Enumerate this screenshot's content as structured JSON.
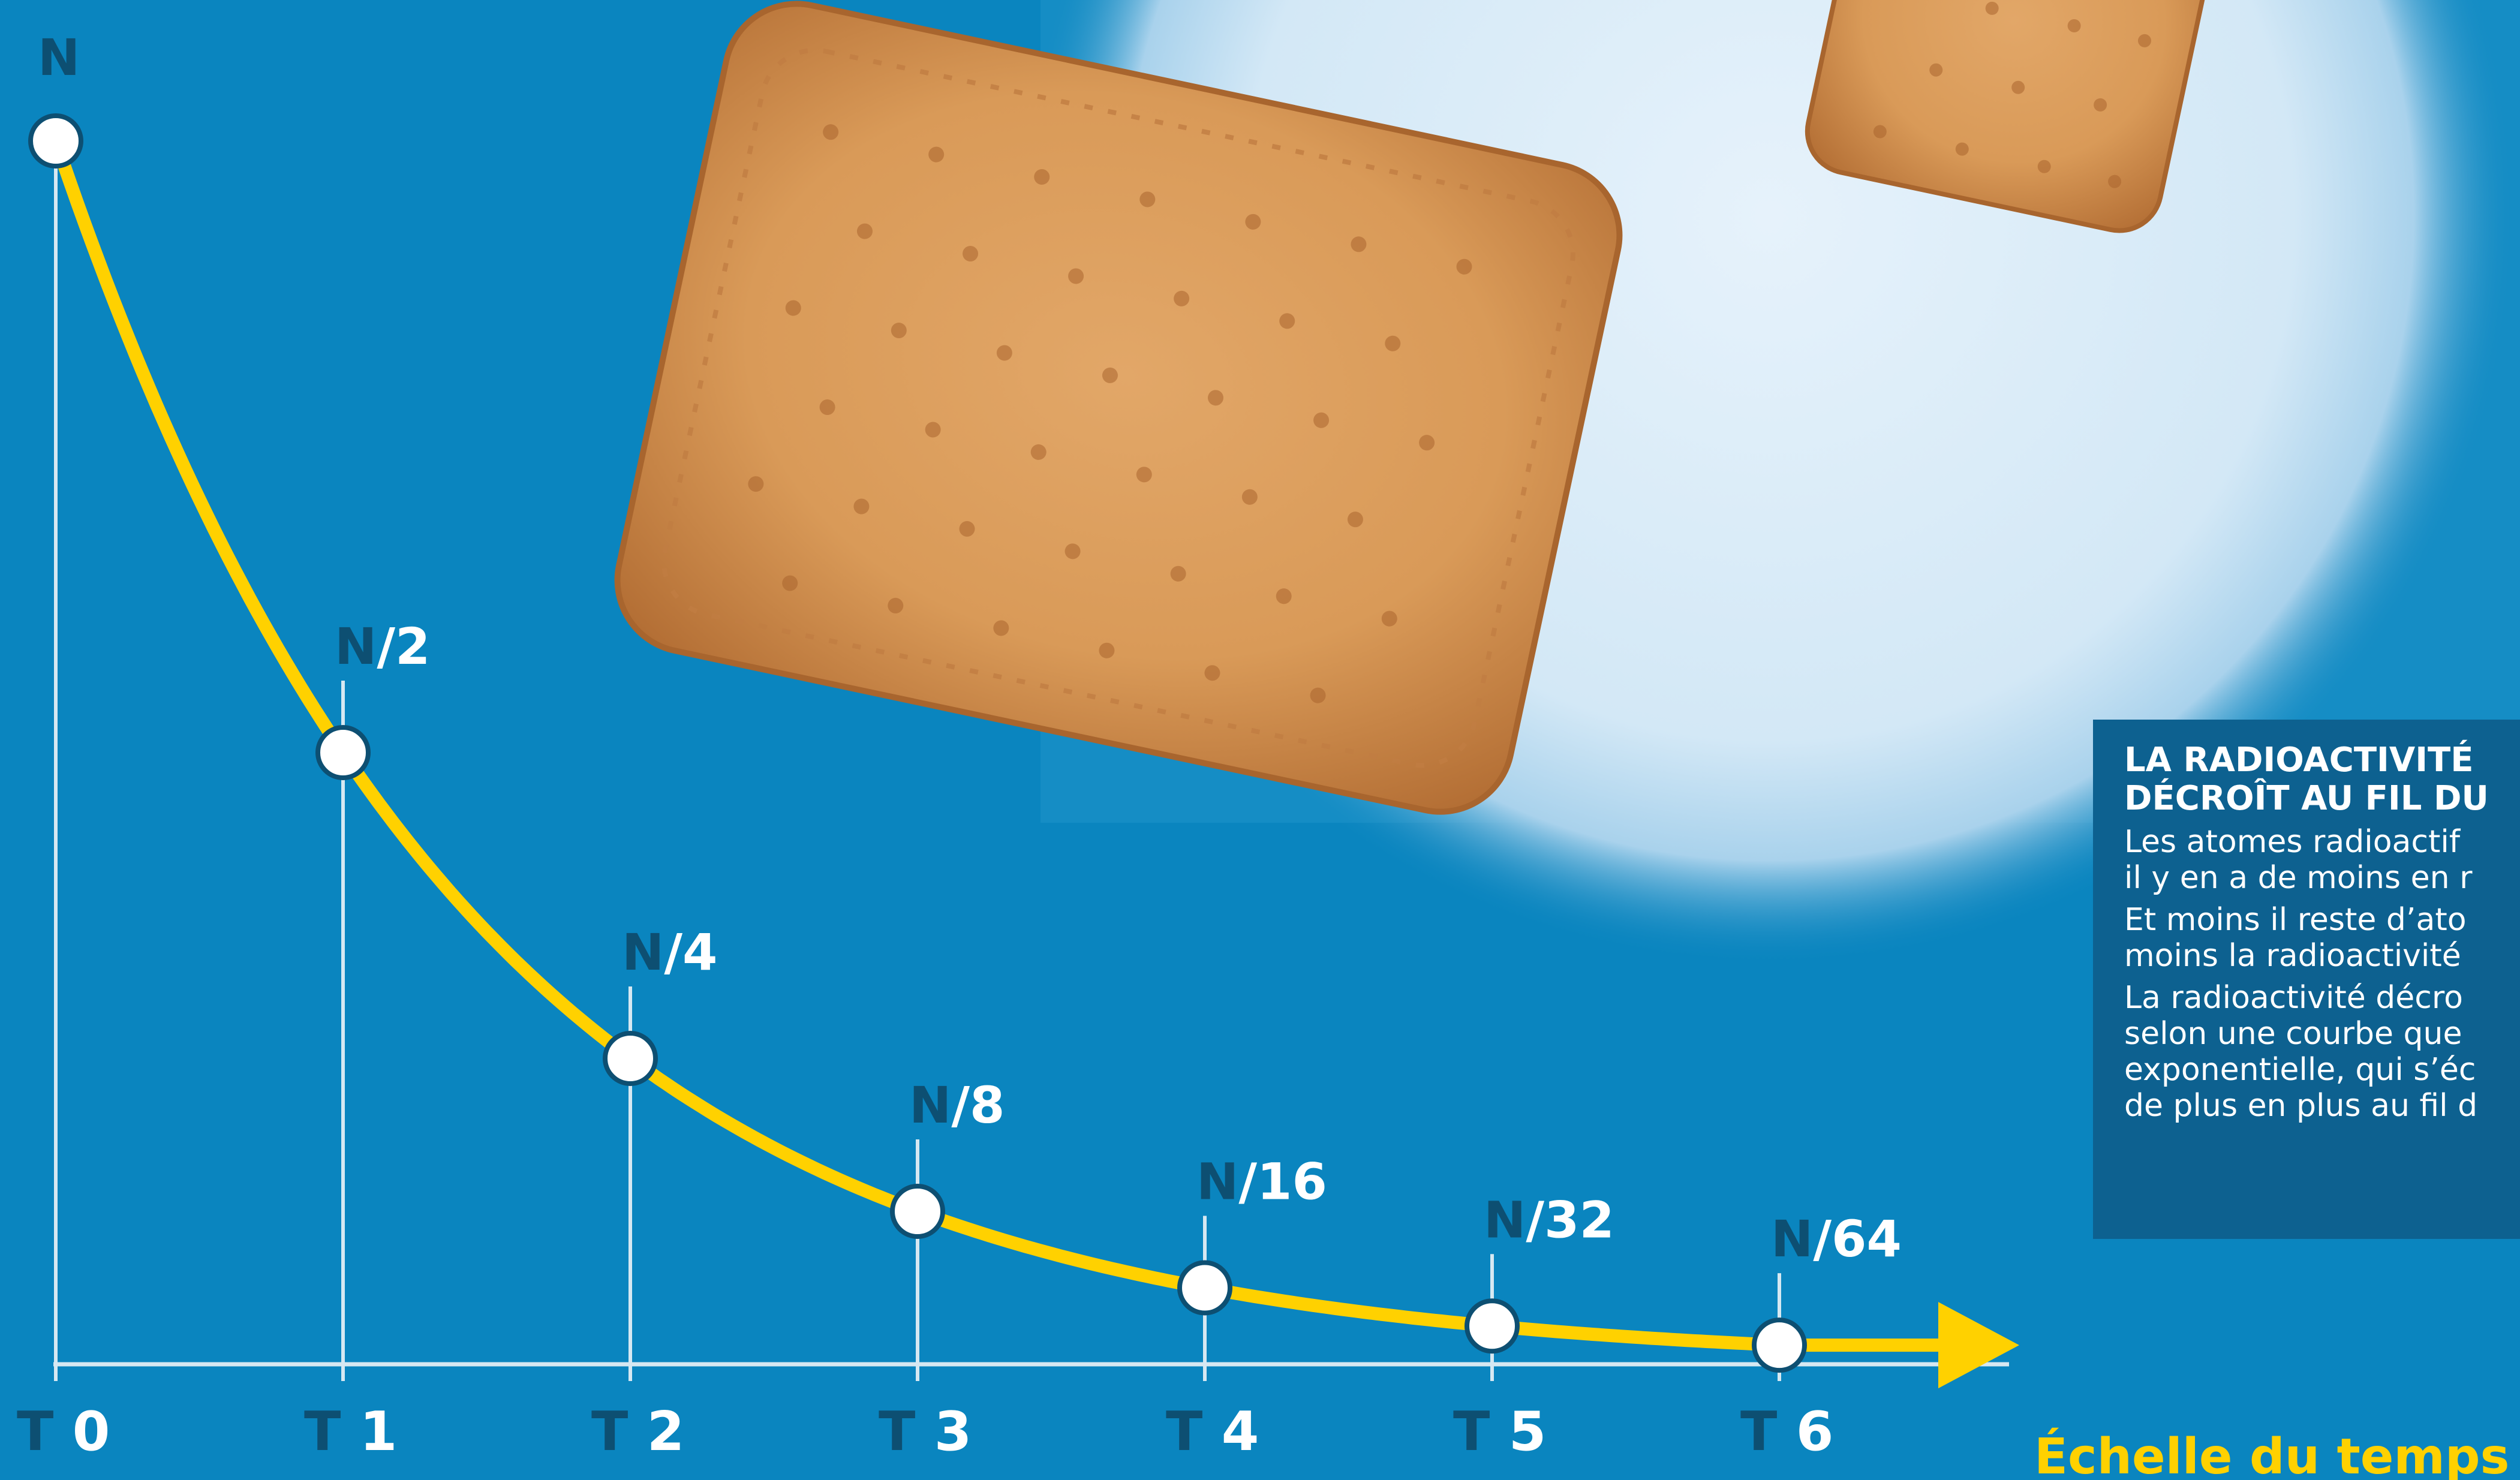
{
  "colors": {
    "background": "#0a85bf",
    "curve": "#ffd100",
    "axis": "#d6e8f2",
    "label_n": "#0d4f72",
    "label_text": "#ffffff",
    "box_bg": "#0d6190",
    "time_scale": "#ffd100"
  },
  "chart_data": {
    "type": "line",
    "x": [
      "T 0",
      "T 1",
      "T 2",
      "T 3",
      "T 4",
      "T 5",
      "T 6"
    ],
    "values": [
      1,
      0.5,
      0.25,
      0.125,
      0.0625,
      0.03125,
      0.015625
    ],
    "point_labels": [
      {
        "n": "N",
        "rest": ""
      },
      {
        "n": "N",
        "rest": "/2"
      },
      {
        "n": "N",
        "rest": "/4"
      },
      {
        "n": "N",
        "rest": "/8"
      },
      {
        "n": "N",
        "rest": "/16"
      },
      {
        "n": "N",
        "rest": "/32"
      },
      {
        "n": "N",
        "rest": "/64"
      }
    ],
    "ylim": [
      0,
      1
    ],
    "grid": false,
    "legend": "none",
    "xlabel": "Échelle du temps",
    "ylabel": ""
  },
  "info_box": {
    "title": "LA RADIOACTIVITÉ\nDÉCROÎT AU FIL DU",
    "paragraphs": [
      "Les atomes radioactif\nil y en a de moins en r",
      "Et moins il reste d’ato\nmoins la radioactivité",
      "La radioactivité décro\nselon une courbe que\nexponentielle, qui s’éc\nde plus en plus au fil d"
    ]
  },
  "images": [
    "biscuit",
    "biscuit"
  ]
}
